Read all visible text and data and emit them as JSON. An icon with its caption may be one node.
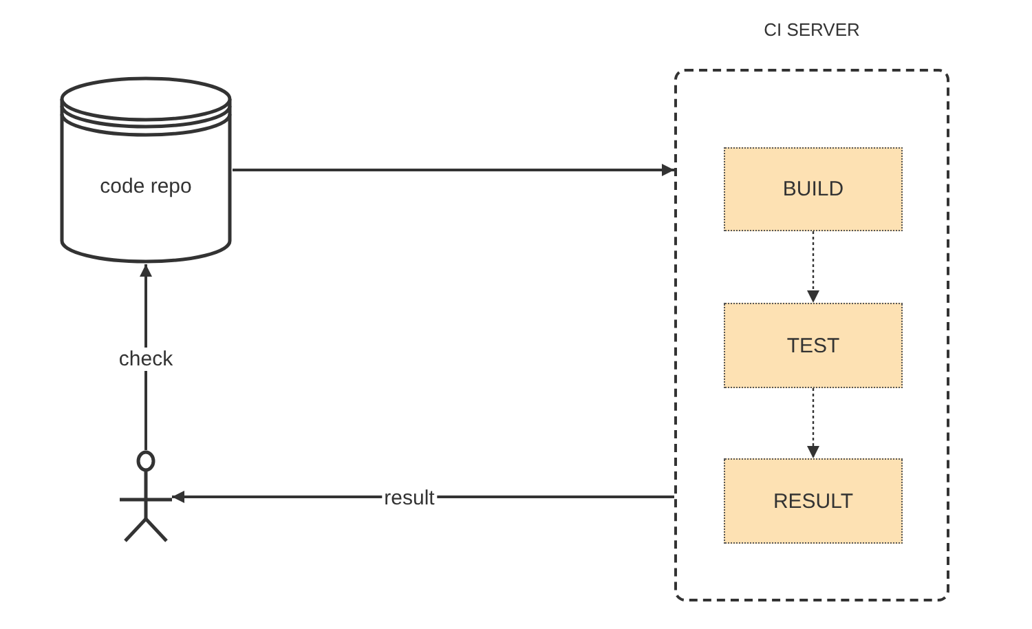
{
  "diagram": {
    "nodes": [
      {
        "text": [
          "code repo"
        ]
      },
      {
        "text": [
          "CI SERVER"
        ]
      },
      {
        "text": [
          "BUILD"
        ],
        "in": 1
      },
      {
        "text": [
          "TEST"
        ],
        "in": 1
      },
      {
        "text": [
          "RESULT"
        ],
        "in": 1
      },
      {
        "text": [],
        "shape": "person"
      }
    ],
    "edges": [
      {
        "from": 0,
        "to": 1,
        "arrow": "to"
      },
      {
        "from": 2,
        "to": 3,
        "arrow": "to",
        "style": "dashed"
      },
      {
        "from": 3,
        "to": 4,
        "arrow": "to",
        "style": "dashed"
      },
      {
        "from": 1,
        "to": 5,
        "arrow": "to",
        "label": "result"
      },
      {
        "from": 5,
        "to": 0,
        "arrow": "to",
        "label": "check"
      }
    ]
  }
}
